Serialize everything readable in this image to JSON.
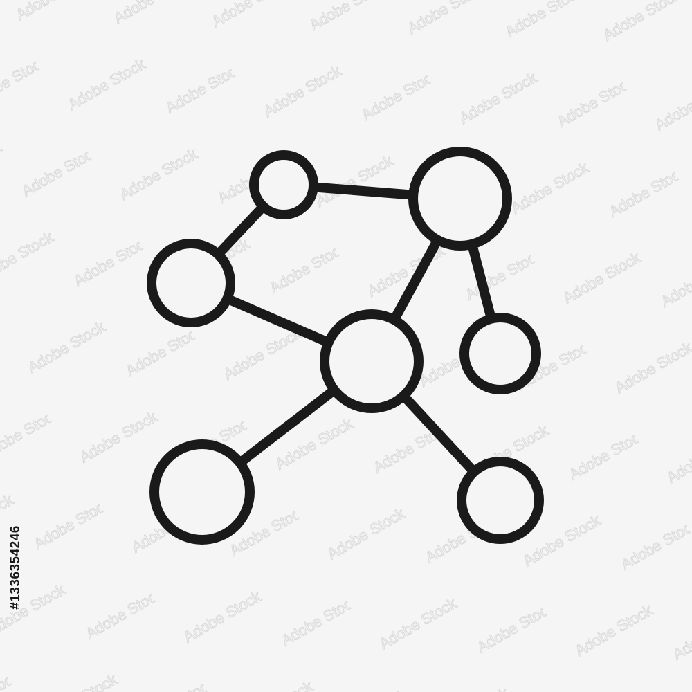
{
  "image": {
    "background_color": "#f5f5f5",
    "stroke_color": "#1a1a1a",
    "watermark_text": "Adobe Stock",
    "stock_id": "#1336354246"
  },
  "network_icon": {
    "name": "network-nodes-icon",
    "description_kind": "outline icon of connected circles",
    "node_count": 7,
    "edge_count": 7
  }
}
